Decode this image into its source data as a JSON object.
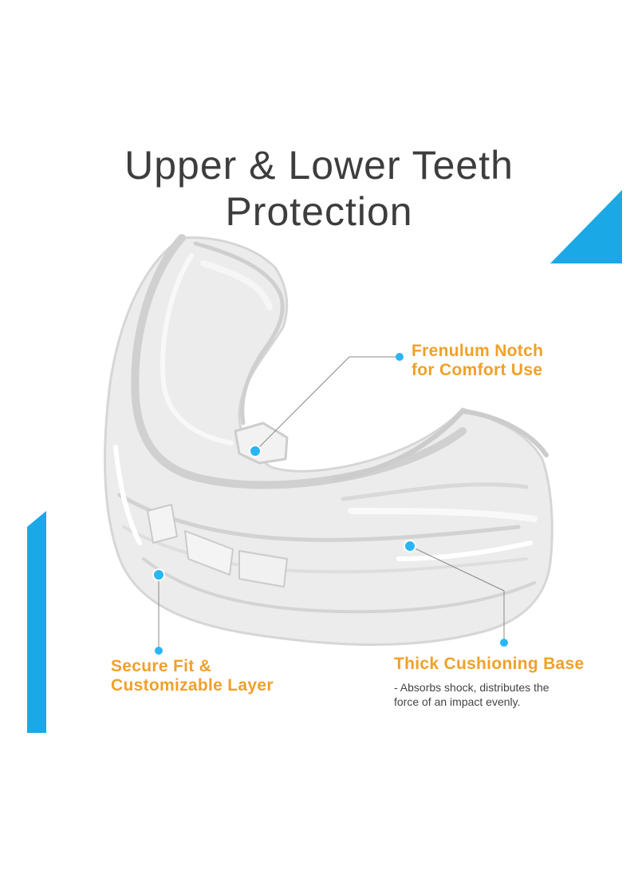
{
  "title": {
    "line1": "Upper & Lower Teeth",
    "line2": "Protection"
  },
  "callouts": {
    "frenulum": {
      "line1": "Frenulum Notch",
      "line2": "for Comfort Use"
    },
    "secure_fit": {
      "line1": "Secure Fit &",
      "line2": "Customizable Layer"
    },
    "cushioning": {
      "title": "Thick Cushioning Base",
      "desc_line1": "- Absorbs shock, distributes the",
      "desc_line2": "force of an impact evenly."
    }
  },
  "colors": {
    "accent_blue": "#1aa8e6",
    "label_orange": "#f0a02a",
    "title_gray": "#3d3d3d",
    "body_gray": "#444444",
    "dot_blue": "#29b6f6",
    "leader_line": "#8a8a8a"
  }
}
